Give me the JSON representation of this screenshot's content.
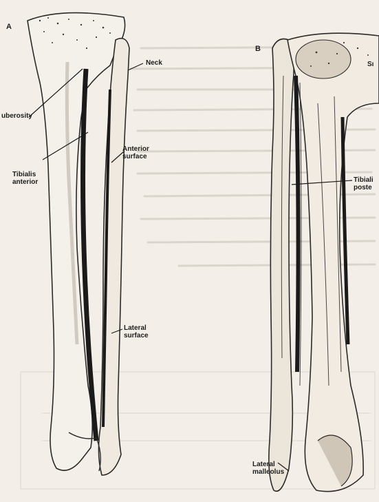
{
  "figure": {
    "panel_a": {
      "letter": "A",
      "labels": {
        "neck": "Neck",
        "tuberosity": "uberosity",
        "anterior_surface": "Anterior\nsurface",
        "tibialis_anterior": "Tibialis\nanterior",
        "lateral_surface": "Lateral\nsurface"
      }
    },
    "panel_b": {
      "letter": "B",
      "labels": {
        "superior": "Sı",
        "tibialis_posterior": "Tibiali\nposte",
        "lateral_malleolus": "Lateral\nmalleolus"
      }
    }
  },
  "colors": {
    "paper": "#f3efe8",
    "ink": "#1d1d1d",
    "bleed_text": "#b9b2a8",
    "bone_shade": "#cfc6b8"
  }
}
